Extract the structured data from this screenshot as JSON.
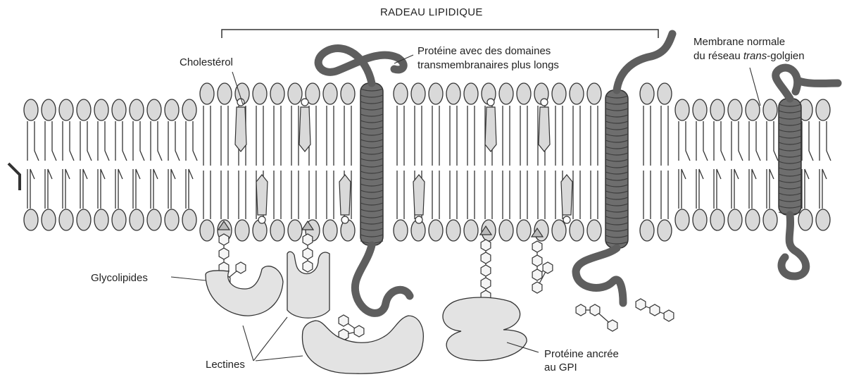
{
  "title": "RADEAU LIPIDIQUE",
  "labels": {
    "cholesterol": "Cholestérol",
    "protein_long_line1": "Protéine avec des domaines",
    "protein_long_line2": "transmembranaires plus longs",
    "normal_line1": "Membrane normale",
    "normal_line2_prefix": "du réseau ",
    "normal_line2_italic": "trans",
    "normal_line2_suffix": "-golgien",
    "glycolipides": "Glycolipides",
    "lectines": "Lectines",
    "gpi_line1": "Protéine ancrée",
    "gpi_line2": "au GPI"
  },
  "colors": {
    "lipid_fill": "#d9d9d9",
    "protein_fill": "#6e6e6e",
    "outline": "#333333",
    "lectin_fill": "#e3e3e3"
  }
}
